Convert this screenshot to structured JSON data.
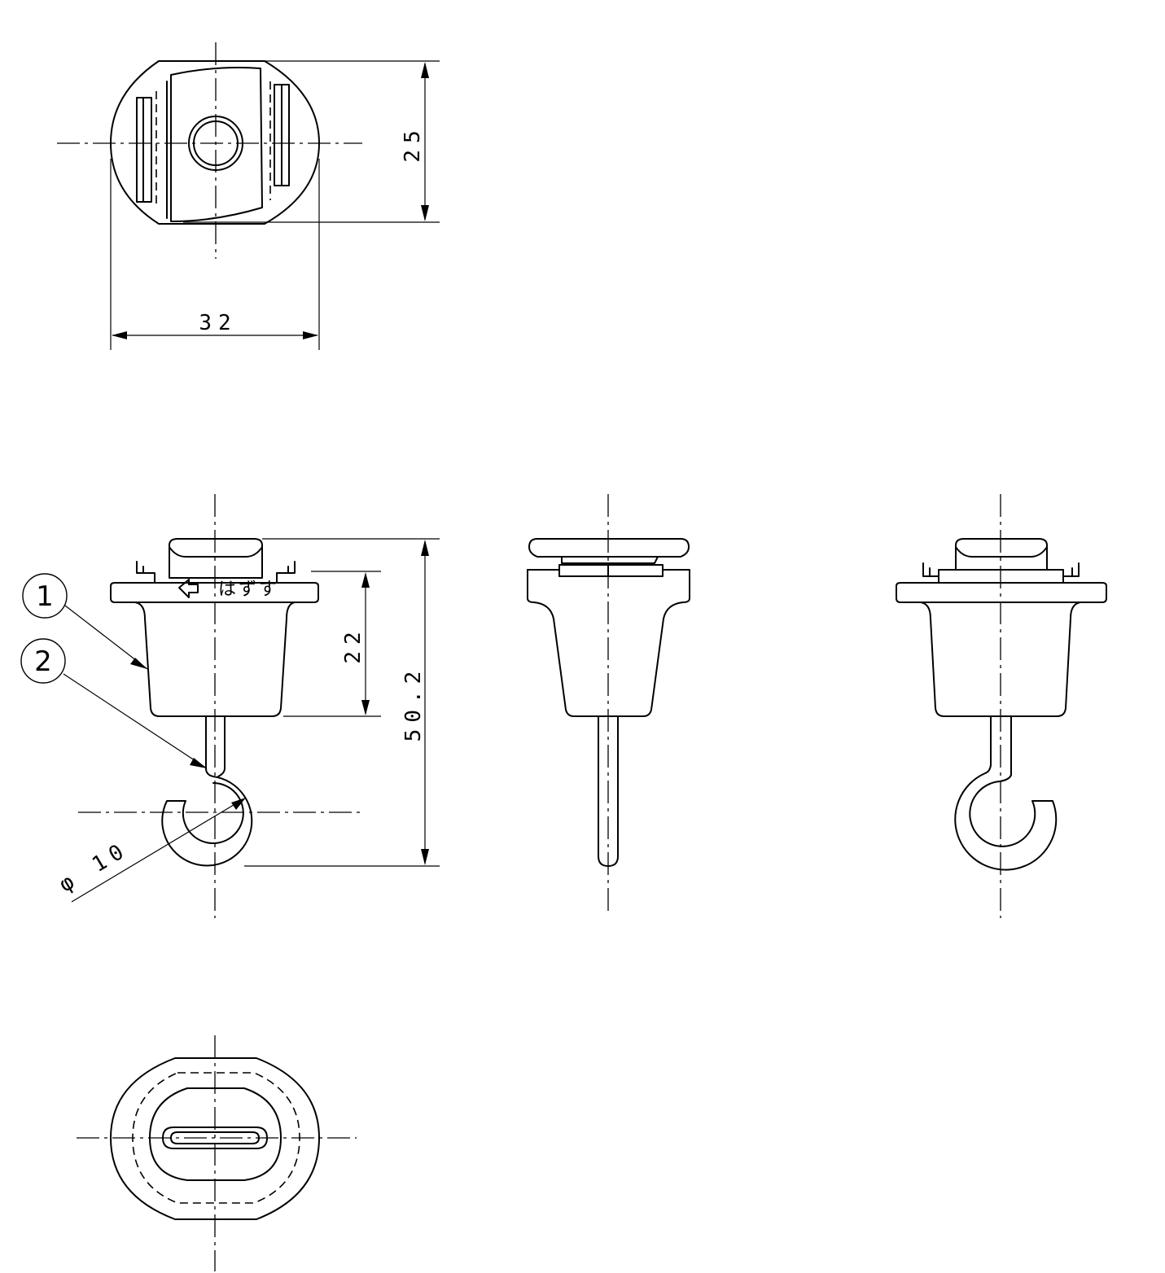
{
  "dimensions": {
    "top_height": "25",
    "top_width": "32",
    "body_height": "22",
    "overall_height": "50.2",
    "hook_diameter": "φ 10"
  },
  "labels": {
    "release_text": "はずす",
    "part_1": "1",
    "part_2": "2"
  },
  "icons": {
    "release_arrow": "left-arrow-icon"
  }
}
